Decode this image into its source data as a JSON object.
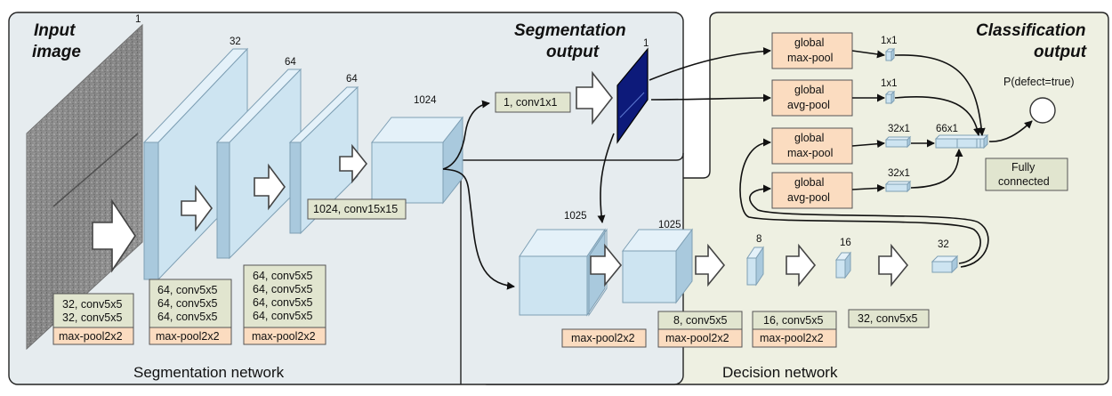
{
  "titles": {
    "input": [
      "Input",
      "image"
    ],
    "segmentation_output": [
      "Segmentation",
      "output"
    ],
    "classification_output": [
      "Classification",
      "output"
    ]
  },
  "networks": {
    "segmentation": "Segmentation network",
    "decision": "Decision network"
  },
  "dims": {
    "input": "1",
    "seg1": "32",
    "seg2": "64",
    "seg3": "64",
    "seg4": "1024",
    "seg_out": "1",
    "dec1": "1025",
    "dec2": "1025",
    "dec3": "8",
    "dec4": "16",
    "dec5": "32",
    "gmax1": "1x1",
    "gavg1": "1x1",
    "gmax2": "32x1",
    "gavg2": "32x1",
    "concat": "66x1"
  },
  "layer_labels": {
    "seg_block1": [
      "32, conv5x5",
      "32, conv5x5"
    ],
    "seg_block2": [
      "64, conv5x5",
      "64, conv5x5",
      "64, conv5x5"
    ],
    "seg_block3": [
      "64, conv5x5",
      "64, conv5x5",
      "64, conv5x5",
      "64, conv5x5"
    ],
    "seg_conv15": "1024, conv15x15",
    "seg_conv1x1": "1, conv1x1",
    "dec_block2": "8, conv5x5",
    "dec_block3": "16, conv5x5",
    "dec_block4": "32, conv5x5"
  },
  "pool_labels": {
    "maxpool": "max-pool2x2",
    "global_max": [
      "global",
      "max-pool"
    ],
    "global_avg": [
      "global",
      "avg-pool"
    ]
  },
  "fully_connected": [
    "Fully",
    "connected"
  ],
  "output_label": "P(defect=true)",
  "colors": {
    "seg_panel": "#e6ecef",
    "dec_panel": "#eef0e2",
    "block_front": "#cde4f1",
    "block_top": "#e4f1f9",
    "block_side": "#a9c9dd",
    "conv_label": "#e1e5cf",
    "pool_label": "#fbdcc0",
    "seg_map": "#0d1a7a"
  }
}
